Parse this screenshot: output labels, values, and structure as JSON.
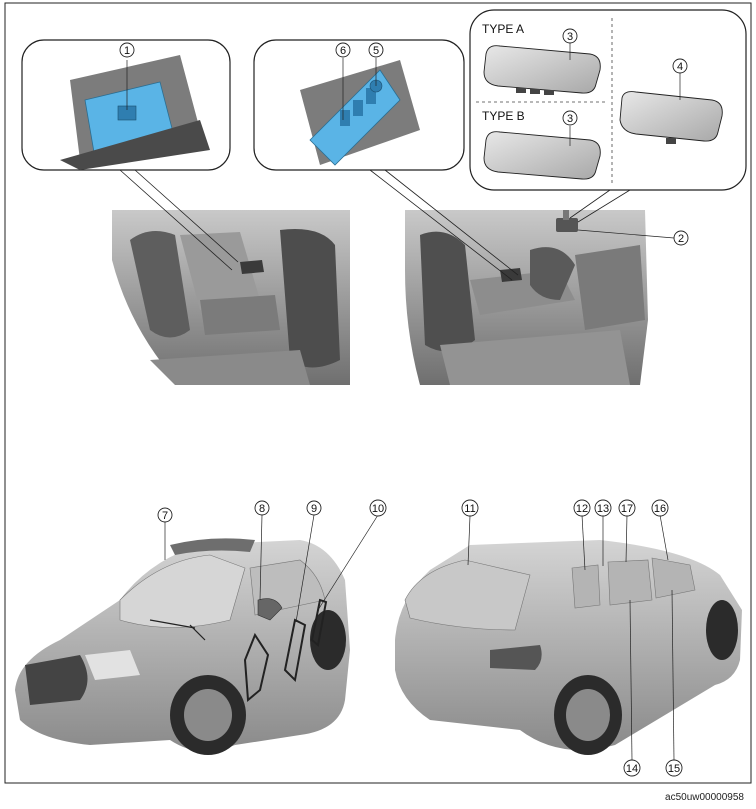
{
  "figure": {
    "type_a_label": "TYPE A",
    "type_b_label": "TYPE B",
    "code": "ac50uw00000958"
  },
  "callouts": [
    {
      "id": "c1",
      "text": "1"
    },
    {
      "id": "c2",
      "text": "2"
    },
    {
      "id": "c3a",
      "text": "3"
    },
    {
      "id": "c3b",
      "text": "3"
    },
    {
      "id": "c4",
      "text": "4"
    },
    {
      "id": "c5",
      "text": "5"
    },
    {
      "id": "c6",
      "text": "6"
    },
    {
      "id": "c7",
      "text": "7"
    },
    {
      "id": "c8",
      "text": "8"
    },
    {
      "id": "c9",
      "text": "9"
    },
    {
      "id": "c10",
      "text": "10"
    },
    {
      "id": "c11",
      "text": "11"
    },
    {
      "id": "c12",
      "text": "12"
    },
    {
      "id": "c13",
      "text": "13"
    },
    {
      "id": "c14",
      "text": "14"
    },
    {
      "id": "c15",
      "text": "15"
    },
    {
      "id": "c16",
      "text": "16"
    },
    {
      "id": "c17",
      "text": "17"
    }
  ],
  "colors": {
    "switch_highlight": "#5ab4e6",
    "border": "#222222",
    "car_body": "#b9b9b9"
  }
}
